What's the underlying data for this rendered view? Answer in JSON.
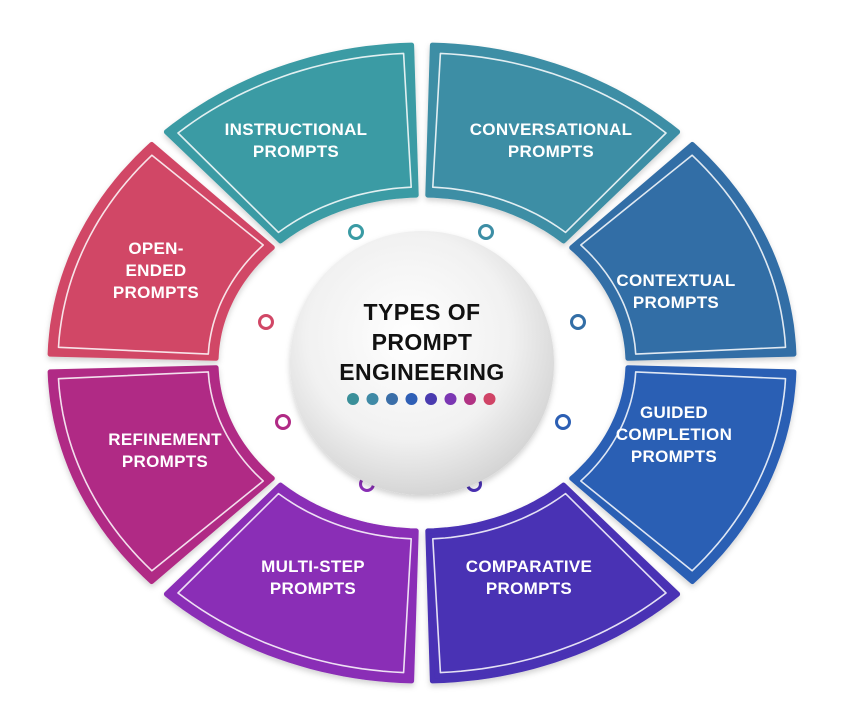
{
  "center": {
    "title_lines": [
      "TYPES OF",
      "PROMPT",
      "ENGINEERING"
    ],
    "dot_colors": [
      "#3a8f99",
      "#3f8aa6",
      "#3a6ea8",
      "#2f5fb6",
      "#4a3bb0",
      "#7b37b3",
      "#b13283",
      "#d04466"
    ]
  },
  "segments": [
    {
      "lines": [
        "INSTRUCTIONAL",
        "PROMPTS"
      ],
      "color": "#3a9ba4"
    },
    {
      "lines": [
        "CONVERSATIONAL",
        "PROMPTS"
      ],
      "color": "#3d8ea5"
    },
    {
      "lines": [
        "CONTEXTUAL",
        "PROMPTS"
      ],
      "color": "#336ea6"
    },
    {
      "lines": [
        "GUIDED",
        "COMPLETION",
        "PROMPTS"
      ],
      "color": "#2c5fb4"
    },
    {
      "lines": [
        "COMPARATIVE",
        "PROMPTS"
      ],
      "color": "#4a30b4"
    },
    {
      "lines": [
        "MULTI-STEP",
        "PROMPTS"
      ],
      "color": "#8a2fb6"
    },
    {
      "lines": [
        "REFINEMENT",
        "PROMPTS"
      ],
      "color": "#b02a85"
    },
    {
      "lines": [
        "OPEN-",
        "ENDED",
        "PROMPTS"
      ],
      "color": "#d14766"
    }
  ],
  "connector_colors": [
    "#3a9ba4",
    "#3d8ea5",
    "#336ea6",
    "#2c5fb4",
    "#4a30b4",
    "#8a2fb6",
    "#b02a85",
    "#d14766"
  ]
}
